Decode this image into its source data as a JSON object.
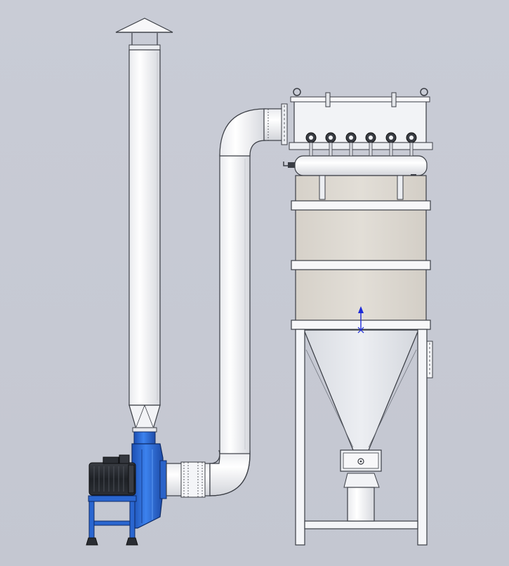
{
  "scene": {
    "title": "",
    "background": "#c6c9d3",
    "components": [
      {
        "name": "exhaust-stack",
        "label": ""
      },
      {
        "name": "rain-cap",
        "label": ""
      },
      {
        "name": "centrifugal-fan",
        "label": ""
      },
      {
        "name": "electric-motor",
        "label": ""
      },
      {
        "name": "duct-elbow",
        "label": ""
      },
      {
        "name": "baghouse-filter",
        "label": ""
      },
      {
        "name": "pulse-valve-manifold",
        "label": ""
      },
      {
        "name": "hopper",
        "label": ""
      },
      {
        "name": "rotary-valve",
        "label": ""
      }
    ],
    "pulse_valve_count": 6,
    "colors": {
      "steel": "#f4f5f8",
      "steel_shade": "#d9dbe1",
      "edge": "#3b3e45",
      "housing": "#dedad3",
      "hopper": "#e3e5ea",
      "fan": "#2f6fd8",
      "fan_dark": "#1b4aa6",
      "motor": "#23262c",
      "axis": "#1d2ad8"
    }
  }
}
